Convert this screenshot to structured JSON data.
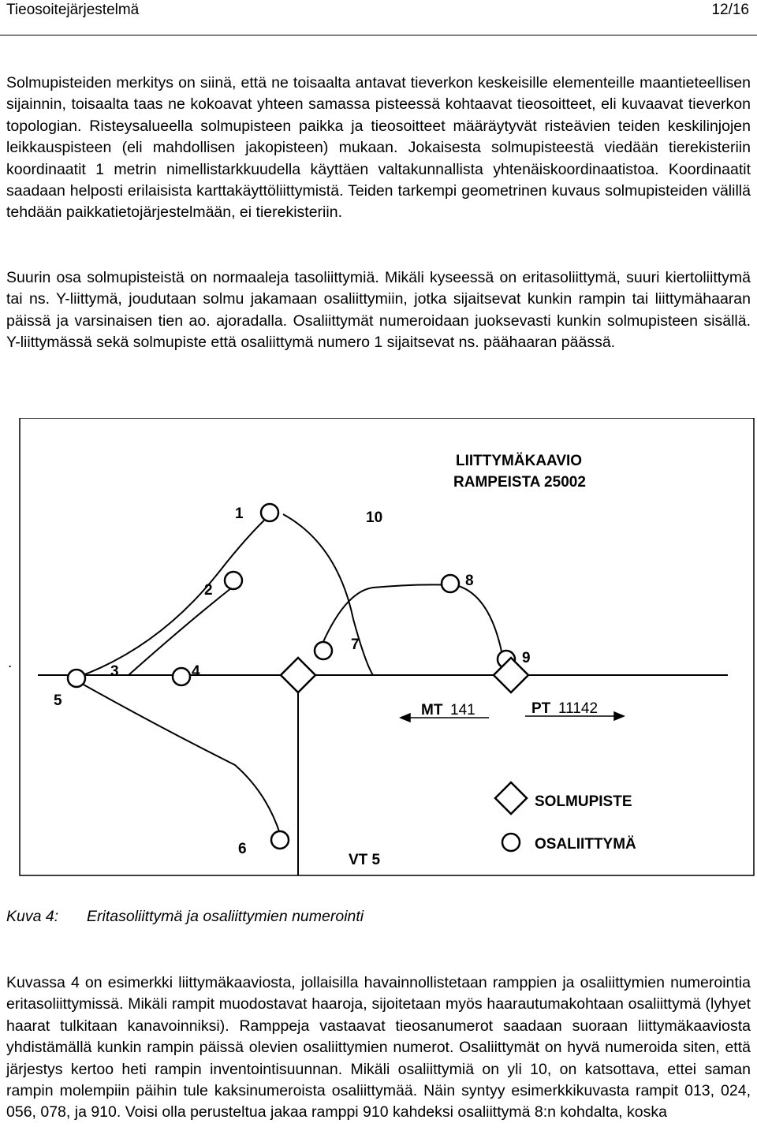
{
  "header": {
    "title": "Tieosoitejärjestelmä",
    "page_number": "12/16"
  },
  "paragraphs": {
    "p1": "Solmupisteiden merkitys on siinä, että ne toisaalta antavat tieverkon keskeisille elementeille maantieteellisen sijainnin, toisaalta taas ne kokoavat yhteen samassa pisteessä kohtaavat tieosoitteet, eli kuvaavat tieverkon topologian. Risteysalueella solmupisteen paikka ja tieosoitteet määräytyvät risteävien teiden keskilinjojen leikkauspisteen (eli mahdollisen jakopisteen) mukaan. Jokaisesta solmupisteestä viedään tierekisteriin koordinaatit 1 metrin nimellistarkkuudella käyttäen valtakunnallista yhtenäiskoordinaatistoa. Koordinaatit saadaan helposti erilaisista karttakäyttöliittymistä. Teiden tarkempi geometrinen kuvaus solmupisteiden välillä tehdään paikkatietojärjestelmään, ei tierekisteriin.",
    "p2": "Suurin osa solmupisteistä on normaaleja tasoliittymiä. Mikäli kyseessä on eritasoliittymä, suuri kiertoliittymä tai ns. Y-liittymä, joudutaan solmu jakamaan osaliittymiin, jotka sijaitsevat kunkin rampin tai liittymähaaran päissä ja varsinaisen tien ao. ajoradalla. Osaliittymät numeroidaan juoksevasti kunkin solmupisteen sisällä. Y-liittymässä sekä solmupiste että osaliittymä numero 1 sijaitsevat ns. päähaaran päässä.",
    "p3": "Kuvassa 4 on esimerkki liittymäkaaviosta, jollaisilla havainnollistetaan ramppien ja osaliittymien numerointia eritasoliittymissä. Mikäli rampit muodostavat haaroja, sijoitetaan myös haarautumakohtaan osaliittymä (lyhyet haarat tulkitaan kanavoinniksi). Ramppeja vastaavat tieosanumerot saadaan suoraan liittymäkaaviosta yhdistämällä kunkin rampin päissä olevien osaliittymien numerot. Osaliittymät on hyvä numeroida siten, että järjestys kertoo heti rampin inventointisuunnan. Mikäli osaliittymiä on yli 10, on katsottava, ettei saman rampin molempiin päihin tule kaksinumeroista osaliittymää. Näin syntyy esimerkkikuvasta rampit 013, 024, 056, 078, ja 910. Voisi olla perusteltua jakaa ramppi 910 kahdeksi osaliittymä 8:n kohdalta, koska"
  },
  "figure": {
    "title_line1": "LIITTYMÄKAAVIO",
    "title_line2": "RAMPEISTA 25002",
    "numbers": {
      "n1": "1",
      "n2": "2",
      "n3": "3",
      "n4": "4",
      "n5": "5",
      "n6": "6",
      "n7": "7",
      "n8": "8",
      "n9": "9",
      "n10": "10"
    },
    "road_mt_prefix": "MT",
    "road_mt_number": "141",
    "road_pt_prefix": "PT",
    "road_pt_number": "11142",
    "road_vt": "VT 5",
    "dot": ".",
    "legend": {
      "solmupiste": "SOLMUPISTE",
      "osaliittyma": "OSALIITTYMÄ"
    }
  },
  "caption": {
    "label": "Kuva 4:",
    "text": "Eritasoliittymä ja osaliittymien numerointi"
  }
}
